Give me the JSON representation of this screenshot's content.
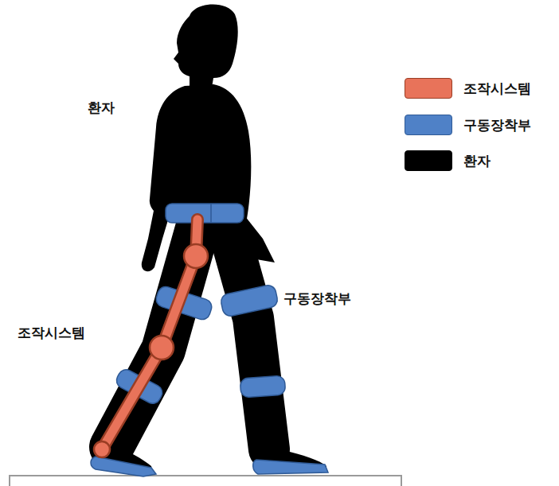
{
  "diagram": {
    "labels": [
      "환자",
      "구동장착부",
      "조작시스템"
    ],
    "legend": [
      {
        "text": "조작시스템",
        "color": "#e8735a"
      },
      {
        "text": "구동장착부",
        "color": "#4f81c7"
      },
      {
        "text": "환자",
        "color": "#000000"
      }
    ]
  }
}
